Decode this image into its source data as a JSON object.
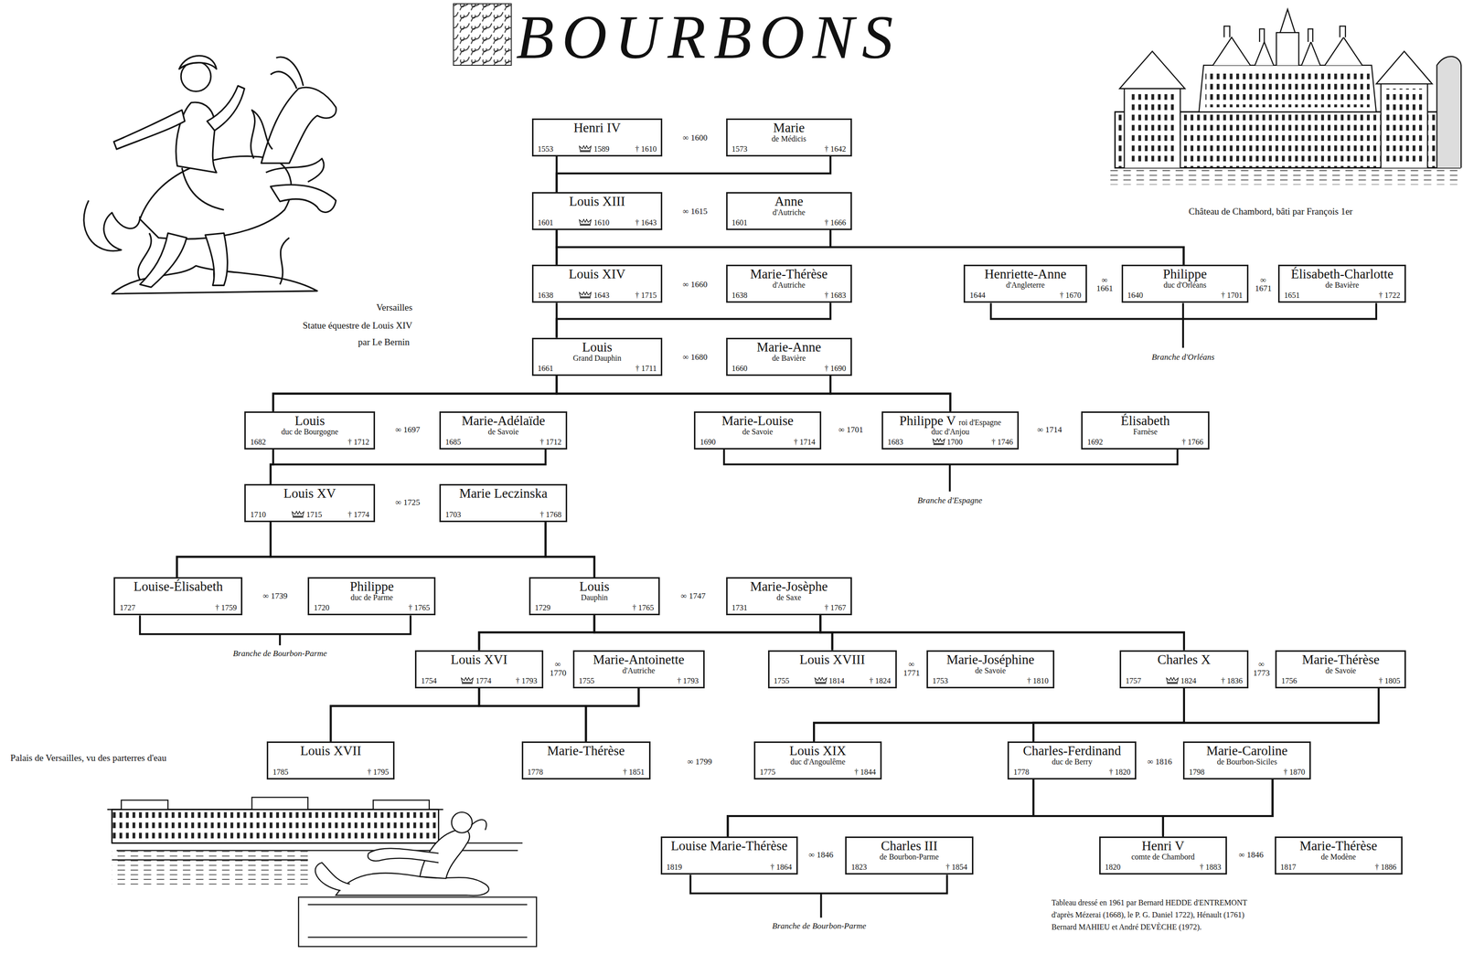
{
  "diagram": {
    "title": "BOURBONS",
    "nodes": [
      {
        "text": [
          "Henri IV",
          "1553",
          "1589",
          "† 1610"
        ]
      },
      {
        "text": [
          "Marie",
          "de Médicis",
          "1573",
          "† 1642"
        ]
      },
      {
        "text": [
          "Louis XIII",
          "1601",
          "1610",
          "† 1643"
        ]
      },
      {
        "text": [
          "Anne",
          "d'Autriche",
          "1601",
          "† 1666"
        ]
      },
      {
        "text": [
          "Louis XIV",
          "1638",
          "1643",
          "† 1715"
        ]
      },
      {
        "text": [
          "Marie-Thérèse",
          "d'Autriche",
          "1638",
          "† 1683"
        ]
      },
      {
        "text": [
          "Henriette-Anne",
          "d'Angleterre",
          "1644",
          "† 1670"
        ]
      },
      {
        "text": [
          "Philippe",
          "duc d'Orléans",
          "1640",
          "† 1701"
        ]
      },
      {
        "text": [
          "Élisabeth-Charlotte",
          "de Bavière",
          "1651",
          "† 1722"
        ]
      },
      {
        "text": [
          "Louis",
          "Grand Dauphin",
          "1661",
          "† 1711"
        ]
      },
      {
        "text": [
          "Marie-Anne",
          "de Bavière",
          "1660",
          "† 1690"
        ]
      },
      {
        "text": [
          "Louis",
          "duc de Bourgogne",
          "1682",
          "† 1712"
        ]
      },
      {
        "text": [
          "Marie-Adélaïde",
          "de Savoie",
          "1685",
          "† 1712"
        ]
      },
      {
        "text": [
          "Marie-Louise",
          "de Savoie",
          "1690",
          "† 1714"
        ]
      },
      {
        "text": [
          "Philippe V",
          "roi d'Espagne",
          "duc d'Anjou",
          "1683",
          "1700",
          "† 1746"
        ]
      },
      {
        "text": [
          "Élisabeth",
          "Farnèse",
          "1692",
          "† 1766"
        ]
      },
      {
        "text": [
          "Louis XV",
          "1710",
          "1715",
          "† 1774"
        ]
      },
      {
        "text": [
          "Marie Leczinska",
          "1703",
          "† 1768"
        ]
      },
      {
        "text": [
          "Louise-Élisabeth",
          "1727",
          "† 1759"
        ]
      },
      {
        "text": [
          "Philippe",
          "duc de Parme",
          "1720",
          "† 1765"
        ]
      },
      {
        "text": [
          "Louis",
          "Dauphin",
          "1729",
          "† 1765"
        ]
      },
      {
        "text": [
          "Marie-Josèphe",
          "de Saxe",
          "1731",
          "† 1767"
        ]
      },
      {
        "text": [
          "Louis XVI",
          "1754",
          "1774",
          "† 1793"
        ]
      },
      {
        "text": [
          "Marie-Antoinette",
          "d'Autriche",
          "1755",
          "† 1793"
        ]
      },
      {
        "text": [
          "Louis XVIII",
          "1755",
          "1814",
          "† 1824"
        ]
      },
      {
        "text": [
          "Marie-Joséphine",
          "de Savoie",
          "1753",
          "† 1810"
        ]
      },
      {
        "text": [
          "Charles X",
          "1757",
          "1824",
          "† 1836"
        ]
      },
      {
        "text": [
          "Marie-Thérèse",
          "de Savoie",
          "1756",
          "† 1805"
        ]
      },
      {
        "text": [
          "Louis XVII",
          "1785",
          "† 1795"
        ]
      },
      {
        "text": [
          "Marie-Thérèse",
          "1778",
          "† 1851"
        ]
      },
      {
        "text": [
          "Louis XIX",
          "duc d'Angoulême",
          "1775",
          "† 1844"
        ]
      },
      {
        "text": [
          "Charles-Ferdinand",
          "duc de Berry",
          "1778",
          "† 1820"
        ]
      },
      {
        "text": [
          "Marie-Caroline",
          "de Bourbon-Siciles",
          "1798",
          "† 1870"
        ]
      },
      {
        "text": [
          "Louise Marie-Thérèse",
          "1819",
          "† 1864"
        ]
      },
      {
        "text": [
          "Charles III",
          "de Bourbon-Parme",
          "1823",
          "† 1854"
        ]
      },
      {
        "text": [
          "Henri V",
          "comte de Chambord",
          "1820",
          "† 1883"
        ]
      },
      {
        "text": [
          "Marie-Thérèse",
          "de Modène",
          "1817",
          "† 1886"
        ]
      }
    ],
    "edges": [
      {
        "from": 0,
        "to": 2,
        "arrow": "none"
      },
      {
        "from": 1,
        "to": 2,
        "arrow": "none"
      },
      {
        "from": 2,
        "to": 4,
        "arrow": "none"
      },
      {
        "from": 2,
        "to": 7,
        "arrow": "none"
      },
      {
        "from": 3,
        "to": 4,
        "arrow": "none"
      },
      {
        "from": 3,
        "to": 7,
        "arrow": "none"
      },
      {
        "from": 4,
        "to": 9,
        "arrow": "none"
      },
      {
        "from": 5,
        "to": 9,
        "arrow": "none"
      },
      {
        "from": 9,
        "to": 11,
        "arrow": "none"
      },
      {
        "from": 9,
        "to": 14,
        "arrow": "none"
      },
      {
        "from": 10,
        "to": 11,
        "arrow": "none"
      },
      {
        "from": 10,
        "to": 14,
        "arrow": "none"
      },
      {
        "from": 11,
        "to": 16,
        "arrow": "none"
      },
      {
        "from": 12,
        "to": 16,
        "arrow": "none"
      },
      {
        "from": 16,
        "to": 18,
        "arrow": "none"
      },
      {
        "from": 16,
        "to": 20,
        "arrow": "none"
      },
      {
        "from": 17,
        "to": 18,
        "arrow": "none"
      },
      {
        "from": 17,
        "to": 20,
        "arrow": "none"
      },
      {
        "from": 20,
        "to": 22,
        "arrow": "none"
      },
      {
        "from": 20,
        "to": 24,
        "arrow": "none"
      },
      {
        "from": 20,
        "to": 26,
        "arrow": "none"
      },
      {
        "from": 21,
        "to": 22,
        "arrow": "none"
      },
      {
        "from": 21,
        "to": 24,
        "arrow": "none"
      },
      {
        "from": 21,
        "to": 26,
        "arrow": "none"
      },
      {
        "from": 22,
        "to": 28,
        "arrow": "none"
      },
      {
        "from": 22,
        "to": 29,
        "arrow": "none"
      },
      {
        "from": 23,
        "to": 28,
        "arrow": "none"
      },
      {
        "from": 23,
        "to": 29,
        "arrow": "none"
      },
      {
        "from": 26,
        "to": 30,
        "arrow": "none"
      },
      {
        "from": 26,
        "to": 31,
        "arrow": "none"
      },
      {
        "from": 27,
        "to": 30,
        "arrow": "none"
      },
      {
        "from": 27,
        "to": 31,
        "arrow": "none"
      },
      {
        "from": 31,
        "to": 33,
        "arrow": "none"
      },
      {
        "from": 31,
        "to": 35,
        "arrow": "none"
      },
      {
        "from": 32,
        "to": 33,
        "arrow": "none"
      },
      {
        "from": 32,
        "to": 35,
        "arrow": "none"
      }
    ],
    "labels": [
      "∞ 1600",
      "∞ 1615",
      "∞ 1660",
      "∞ 1661",
      "∞ 1671",
      "Branche d'Orléans",
      "∞ 1680",
      "∞ 1697",
      "∞ 1701",
      "∞ 1714",
      "Branche d'Espagne",
      "∞ 1725",
      "∞ 1739",
      "∞ 1747",
      "Branche de Bourbon-Parme",
      "∞ 1770",
      "∞ 1771",
      "∞ 1773",
      "∞ 1799",
      "∞ 1816",
      "∞ 1846",
      "∞ 1846",
      "Branche de Bourbon-Parme",
      "Versailles",
      "Statue équestre de Louis XIV",
      "par Le Bernin",
      "Château de Chambord, bâti par François 1er",
      "Palais de Versailles, vu des parterres d'eau",
      "Tableau dressé en 1961 par Bernard HEDDE d'ENTREMONT",
      "d'après Mézerai (1668), le P. G. Daniel 1722), Hénault (1761)",
      "Bernard MAHIEU et André DEVÈCHE (1972)."
    ]
  }
}
